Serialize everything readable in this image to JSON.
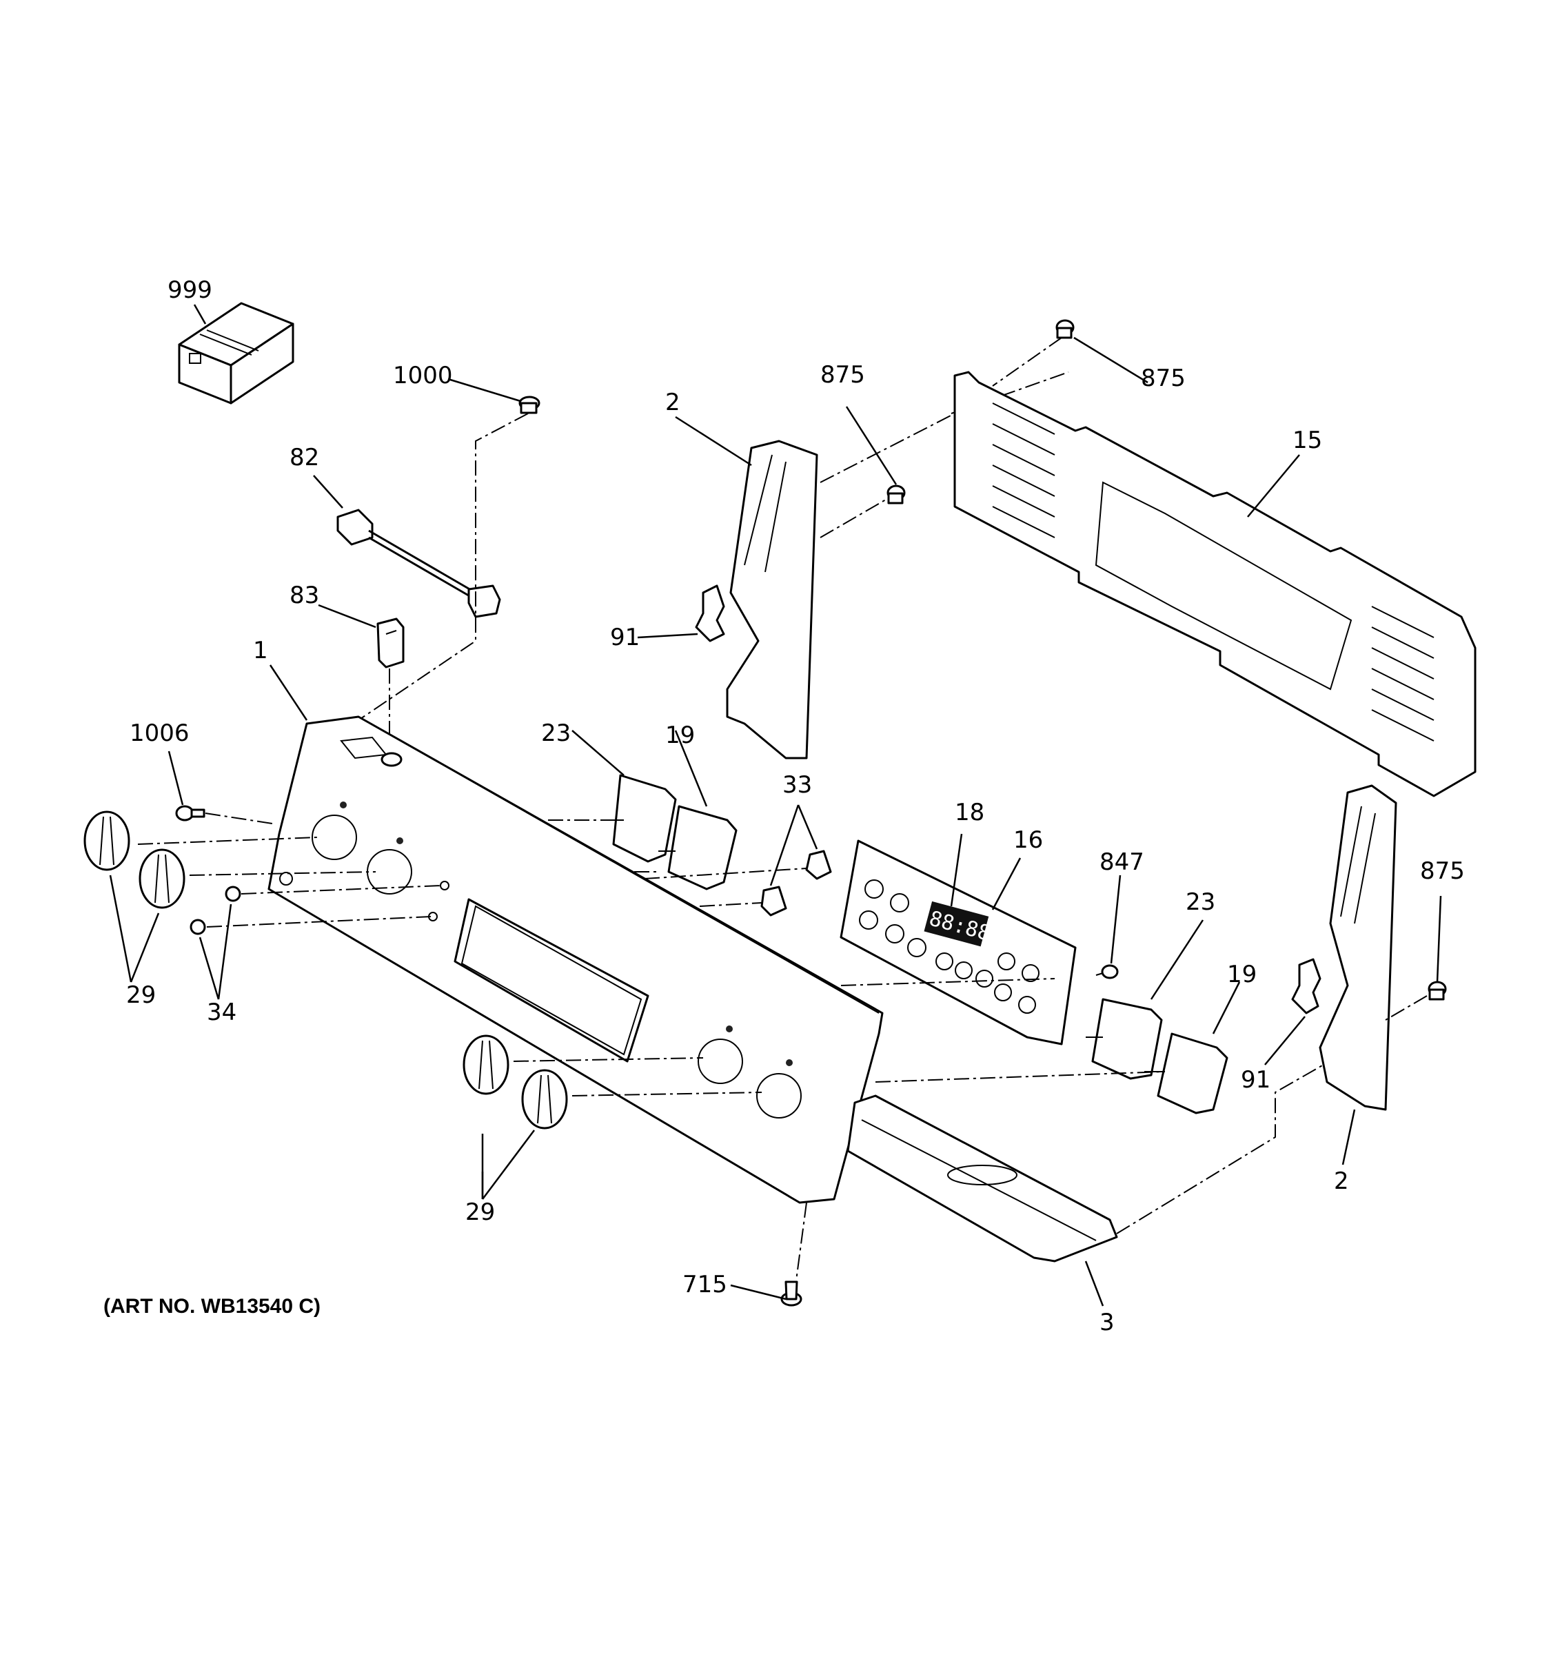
{
  "callouts": [
    {
      "id": "999",
      "text": "999"
    },
    {
      "id": "1000",
      "text": "1000"
    },
    {
      "id": "82",
      "text": "82"
    },
    {
      "id": "83",
      "text": "83"
    },
    {
      "id": "1",
      "text": "1"
    },
    {
      "id": "1006",
      "text": "1006"
    },
    {
      "id": "29a",
      "text": "29"
    },
    {
      "id": "34",
      "text": "34"
    },
    {
      "id": "2a",
      "text": "2"
    },
    {
      "id": "875a",
      "text": "875"
    },
    {
      "id": "875b",
      "text": "875"
    },
    {
      "id": "15",
      "text": "15"
    },
    {
      "id": "91a",
      "text": "91"
    },
    {
      "id": "23a",
      "text": "23"
    },
    {
      "id": "19a",
      "text": "19"
    },
    {
      "id": "33",
      "text": "33"
    },
    {
      "id": "18",
      "text": "18"
    },
    {
      "id": "16",
      "text": "16"
    },
    {
      "id": "847",
      "text": "847"
    },
    {
      "id": "23b",
      "text": "23"
    },
    {
      "id": "19b",
      "text": "19"
    },
    {
      "id": "875c",
      "text": "875"
    },
    {
      "id": "91b",
      "text": "91"
    },
    {
      "id": "2b",
      "text": "2"
    },
    {
      "id": "29b",
      "text": "29"
    },
    {
      "id": "715",
      "text": "715"
    },
    {
      "id": "3",
      "text": "3"
    }
  ],
  "art_number": "(ART NO. WB13540 C)",
  "display_readout": "88:88"
}
